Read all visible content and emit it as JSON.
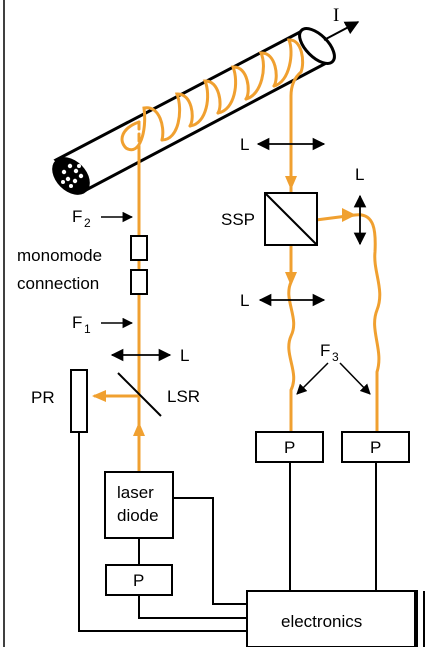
{
  "diagram": {
    "labels": {
      "current": "I",
      "f2": "F",
      "f2_sub": "2",
      "f1": "F",
      "f1_sub": "1",
      "f3": "F",
      "f3_sub": "3",
      "monomode": "monomode",
      "connection": "connection",
      "l_lens_fiber": "L",
      "l_lens_top": "L",
      "l_lens_right": "L",
      "l_lens_mid": "L",
      "ssp": "SSP",
      "pr": "PR",
      "lsr": "LSR",
      "laser": "laser",
      "diode": "diode",
      "p_left": "P",
      "p_mid": "P",
      "p_right": "P",
      "electronics": "electronics"
    },
    "colors": {
      "fiber": "#f0a030",
      "line": "#000000",
      "background": "#ffffff"
    }
  }
}
